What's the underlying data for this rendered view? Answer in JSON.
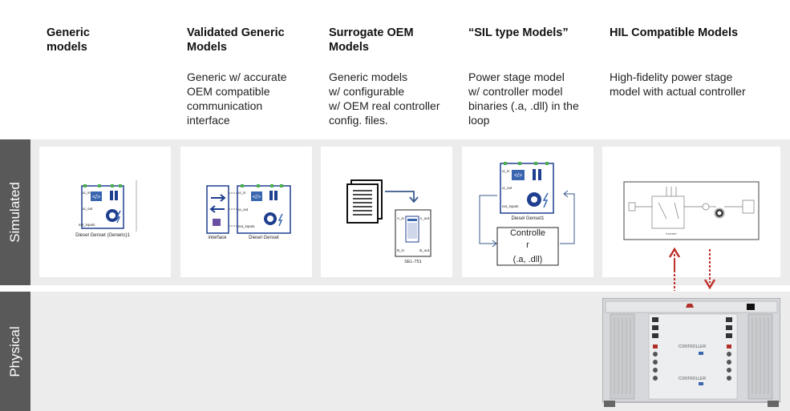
{
  "columns": [
    {
      "title_l1": "Generic",
      "title_l2": "models",
      "desc": []
    },
    {
      "title_l1": "Validated Generic",
      "title_l2": "Models",
      "desc": [
        "Generic w/ accurate",
        "OEM compatible",
        "communication",
        "interface"
      ]
    },
    {
      "title_l1": "Surrogate OEM",
      "title_l2": "Models",
      "desc": [
        "Generic models",
        "w/ configurable",
        "w/ OEM real controller",
        "config. files."
      ]
    },
    {
      "title_l1": "“SIL type Models”",
      "title_l2": "",
      "desc": [
        "Power stage model",
        "w/ controller model",
        "binaries (.a, .dll) in the",
        "loop"
      ]
    },
    {
      "title_l1": "HIL Compatible Models",
      "title_l2": "",
      "desc": [
        "High-fidelity power stage",
        "model with actual controller"
      ]
    }
  ],
  "bands": {
    "simulated": "Simulated",
    "physical": "Physical"
  },
  "panels": {
    "generic": {
      "block_label": "Diesel Genset (Generic)1",
      "port_ui": "ui_in",
      "port_out": "ui_out",
      "port_ext": "ext_inputs"
    },
    "validated": {
      "iface_label": "interface",
      "genset_label": "Diesel Genset",
      "port_ui": "ui_in",
      "port_out": "ui_out",
      "port_ext": "ext_inputs"
    },
    "surrogate": {
      "device_label": "SEL-751",
      "port_a_in": "A_in",
      "port_a_out": "A_out",
      "port_b_in": "B_in",
      "port_b_out": "B_out"
    },
    "sil": {
      "block_label": "Diesel Genset1",
      "controller_line1": "Controlle",
      "controller_line2": "r",
      "controller_line3": "(.a, .dll)",
      "port_ui": "ui_in",
      "port_out": "ui_out",
      "port_ext": "ext_inputs"
    },
    "hil": {
      "schematic_label": "Inverter"
    }
  },
  "hardware": {
    "front_line1": "CONTROLLER",
    "front_line2": "CONTROLLER"
  },
  "colors": {
    "band_bg": "#ececec",
    "band_label_bg": "#595959",
    "accent_blue": "#3a66b0",
    "arrow_red": "#c0302a",
    "block_blue": "#1f3f8f"
  }
}
